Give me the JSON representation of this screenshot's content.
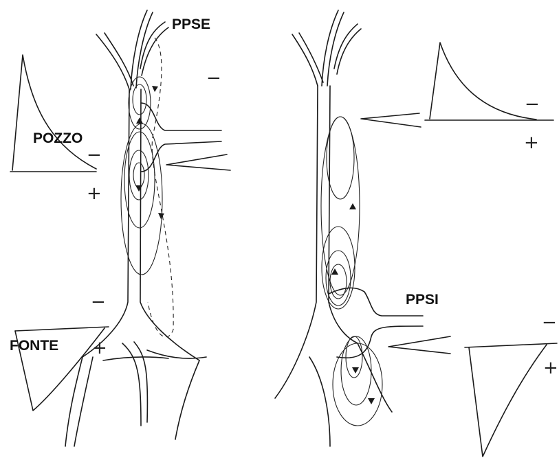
{
  "labels": {
    "ppse": "PPSE",
    "pozzo": "POZZO",
    "fonte": "FONTE",
    "ppsi": "PPSI"
  },
  "signs": {
    "minus": "−",
    "plus": "+"
  }
}
